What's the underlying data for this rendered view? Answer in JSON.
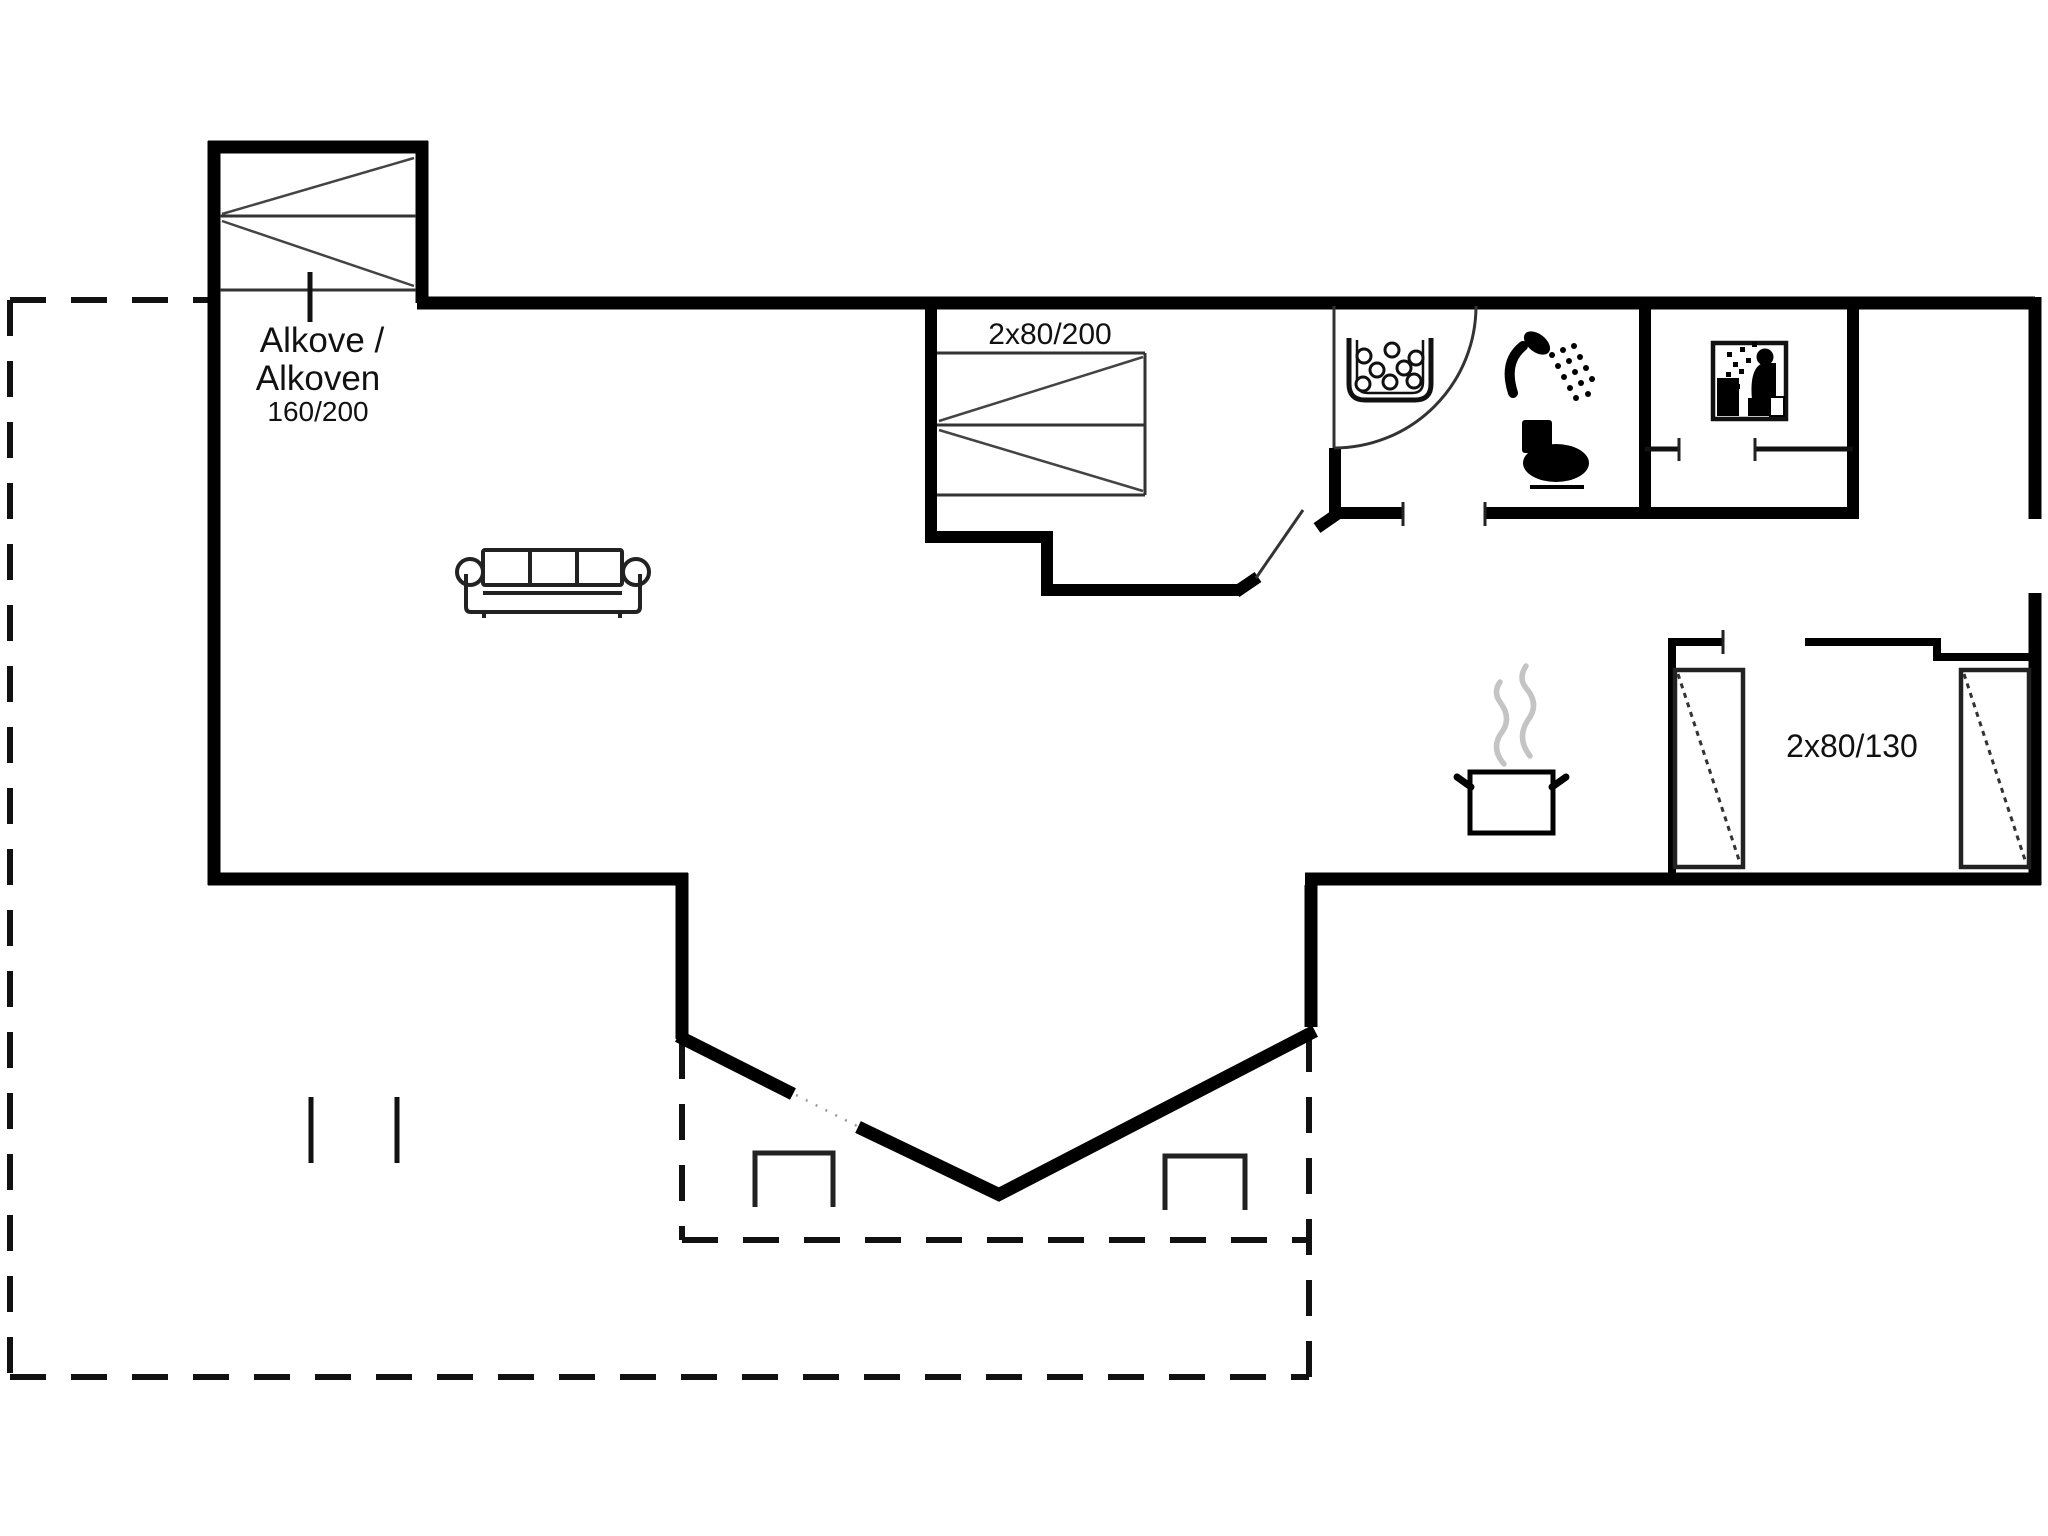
{
  "floor_plan": {
    "type": "holiday-house floor plan",
    "labels": {
      "alcove": {
        "line1": "Alkove /",
        "line2": "Alkoven",
        "size": "160/200"
      },
      "double_bed": {
        "size": "2x80/200"
      },
      "small_bedroom": {
        "size": "2x80/130"
      }
    },
    "rooms": [
      "living-room",
      "alcove",
      "sleeping-area-double-bed",
      "bathroom",
      "utility-room",
      "entrance-hall",
      "kitchen-area",
      "bedroom-2x80-130",
      "terrace"
    ],
    "icons": [
      "alcove-bed-icon",
      "double-bed-icon",
      "sofa-icon",
      "washbasin-icon",
      "shower-icon",
      "toilet-icon",
      "washing-machine-icon",
      "cooking-pot-icon",
      "steam-icon",
      "wardrobe-icon-left",
      "wardrobe-icon-right",
      "terrace-chair-icon-left",
      "terrace-chair-icon-right",
      "door-arc-icon"
    ],
    "colors": {
      "wall": "#000000",
      "furniture_line": "#333333",
      "text": "#111111",
      "steam": "#c4c4c4",
      "background": "#ffffff"
    }
  }
}
